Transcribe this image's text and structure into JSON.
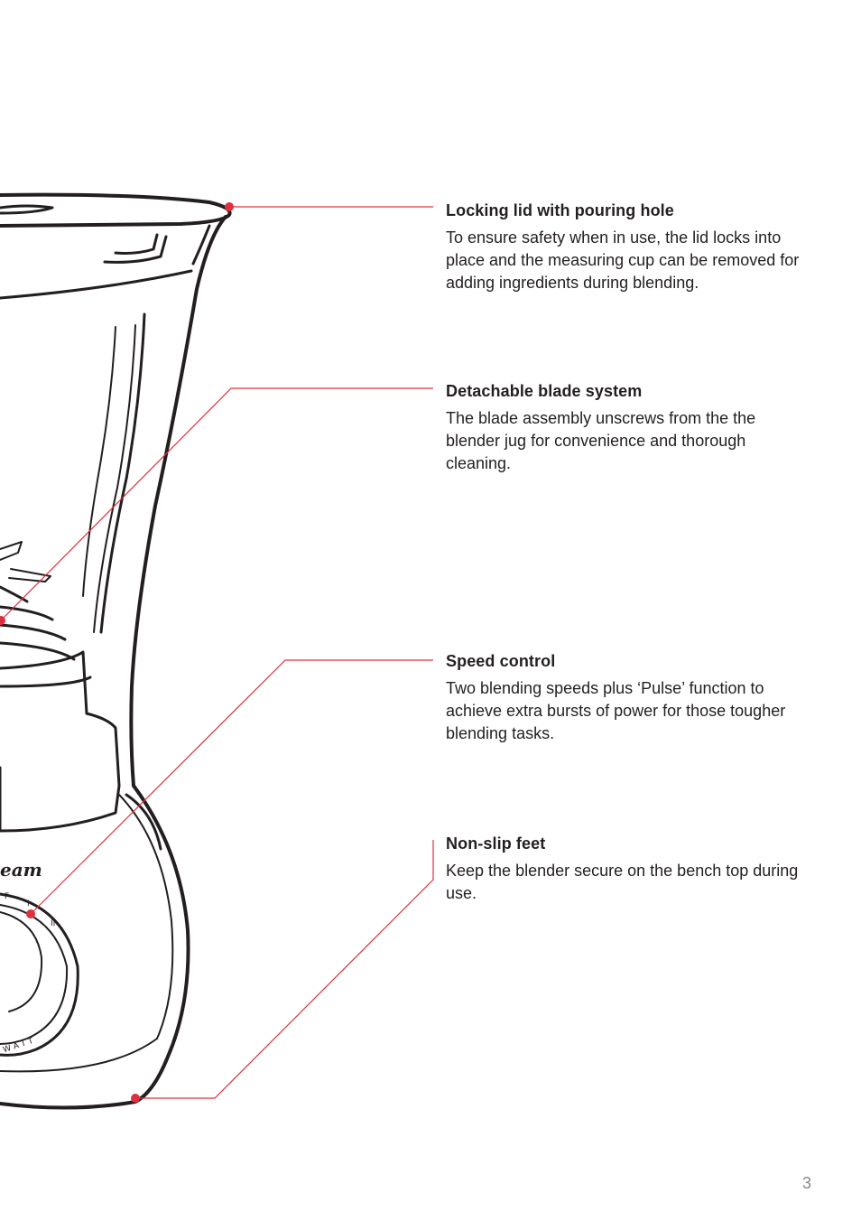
{
  "features": [
    {
      "title": "Locking lid with pouring hole",
      "description": "To ensure safety when in use, the lid locks into place and the measuring cup can be removed for adding ingredients during blending."
    },
    {
      "title": "Detachable blade system",
      "description": "The blade assembly unscrews from the the blender jug for convenience and thorough cleaning."
    },
    {
      "title": "Speed control",
      "description": "Two blending speeds plus ‘Pulse’ function to achieve extra bursts of power for those tougher blending tasks."
    },
    {
      "title": "Non-slip feet",
      "description": "Keep the blender secure on the bench top during use."
    }
  ],
  "illustration": {
    "brand_fragment": "eam",
    "dial_labels": [
      "F",
      "I",
      "II"
    ],
    "dial_ring_text": "W A T T"
  },
  "colors": {
    "callout_line": "#e0303f",
    "ink": "#231f20"
  },
  "page_number": "3"
}
